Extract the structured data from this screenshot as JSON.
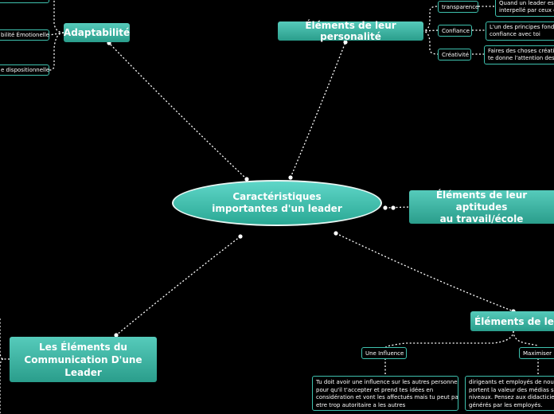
{
  "center": {
    "line1": "Caractéristiques",
    "line2": "importantes d'un leader"
  },
  "branches": {
    "adaptabilite": "Adaptabilité",
    "personalite": "Éléments de leur personalité",
    "aptitudes_line1": "Éléments de leur aptitudes",
    "aptitudes_line2": "au travail/école",
    "leur": "Éléments de leur",
    "communication_line1": "Les Éléments du",
    "communication_line2": "Communication D'une",
    "communication_line3": "Leader"
  },
  "adaptabilite_children": [
    "bilité Émotionelle",
    "e dispositionnelle"
  ],
  "personalite_children": [
    {
      "label": "transparence",
      "note": [
        "Quand un leader est",
        "interpellé par ceux q"
      ]
    },
    {
      "label": "Confiance",
      "note": [
        "L'un des principes fonda",
        "confiance avec toi meme"
      ]
    },
    {
      "label": "Créativité",
      "note": [
        "Faires des choses créativ",
        "te donne l'attention des a"
      ]
    }
  ],
  "leur_children": [
    {
      "label": "Une Influence",
      "note": [
        "Tu doit avoir une influence sur les autres personnes",
        "pour qu'il t'accepter et prend tes idées en",
        "considération et vont les affectués mais tu peut pas",
        "etre trop autoritaire a les autres"
      ]
    },
    {
      "label": "Maximiser",
      "note": [
        "dirigeants et employés de nouve",
        "portent la valeur des médias soc",
        "niveaux. Pensez aux didacticiels",
        "générés par les employés."
      ]
    }
  ]
}
